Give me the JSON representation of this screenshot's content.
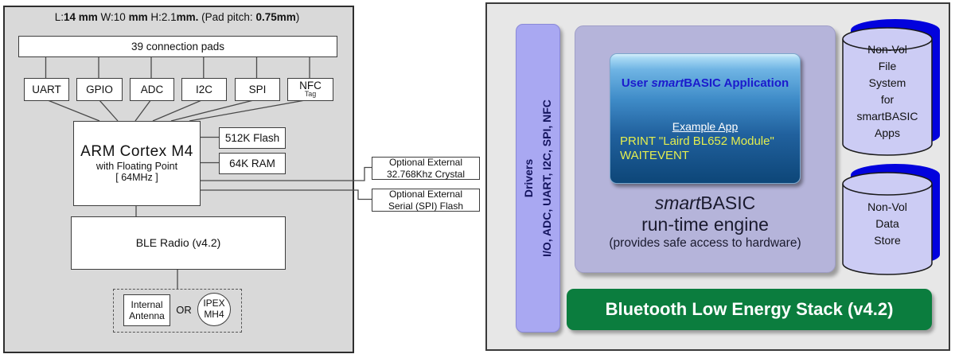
{
  "left": {
    "title": {
      "s0": "L:",
      "s1": "14 mm",
      "s2": "  W:10 ",
      "s3": "mm",
      "s4": "  H:2.1",
      "s5": "mm.",
      "s6": "  (Pad pitch: ",
      "s7": "0.75mm",
      "s8": ")"
    },
    "pads": "39 connection pads",
    "interfaces": [
      "UART",
      "GPIO",
      "ADC",
      "I2C",
      "SPI"
    ],
    "nfc": {
      "top": "NFC",
      "sub": "Tag"
    },
    "cpu": {
      "l1": "ARM Cortex M4",
      "l2": "with Floating Point",
      "l3": "[ 64MHz ]"
    },
    "flash": "512K Flash",
    "ram": "64K RAM",
    "crystal": "Optional External\n32.768Khz Crystal",
    "spi_flash": "Optional External\nSerial (SPI) Flash",
    "radio": "BLE Radio (v4.2)",
    "antenna": {
      "internal": "Internal\nAntenna",
      "or": "OR",
      "ipex": "IPEX\nMH4"
    }
  },
  "right": {
    "drivers": "Drivers\nI/O, ADC, UART, I2C, SPI, NFC",
    "app": {
      "user": "User ",
      "smart": "smart",
      "rest": "BASIC Application",
      "example": "Example App",
      "code1": "PRINT \"Laird BL652 Module\"",
      "code2": "WAITEVENT"
    },
    "engine": {
      "smart": "smart",
      "basic": "BASIC",
      "l2": "run-time engine",
      "l3": "(provides safe access to hardware)"
    },
    "cyl1": "Non-Vol\nFile\nSystem\nfor\nsmartBASIC\nApps",
    "cyl2": "Non-Vol\nData\nStore",
    "stack": "Bluetooth Low Energy Stack (v4.2)",
    "colors": {
      "shadow_blue": "#0202dd",
      "green": "#0b7d3e",
      "lavender_bar": "#a9a8f2",
      "engine_bg": "#b5b4da",
      "app_title_blue": "#1b1bcd",
      "code_yellow": "#e4ee4e"
    }
  }
}
